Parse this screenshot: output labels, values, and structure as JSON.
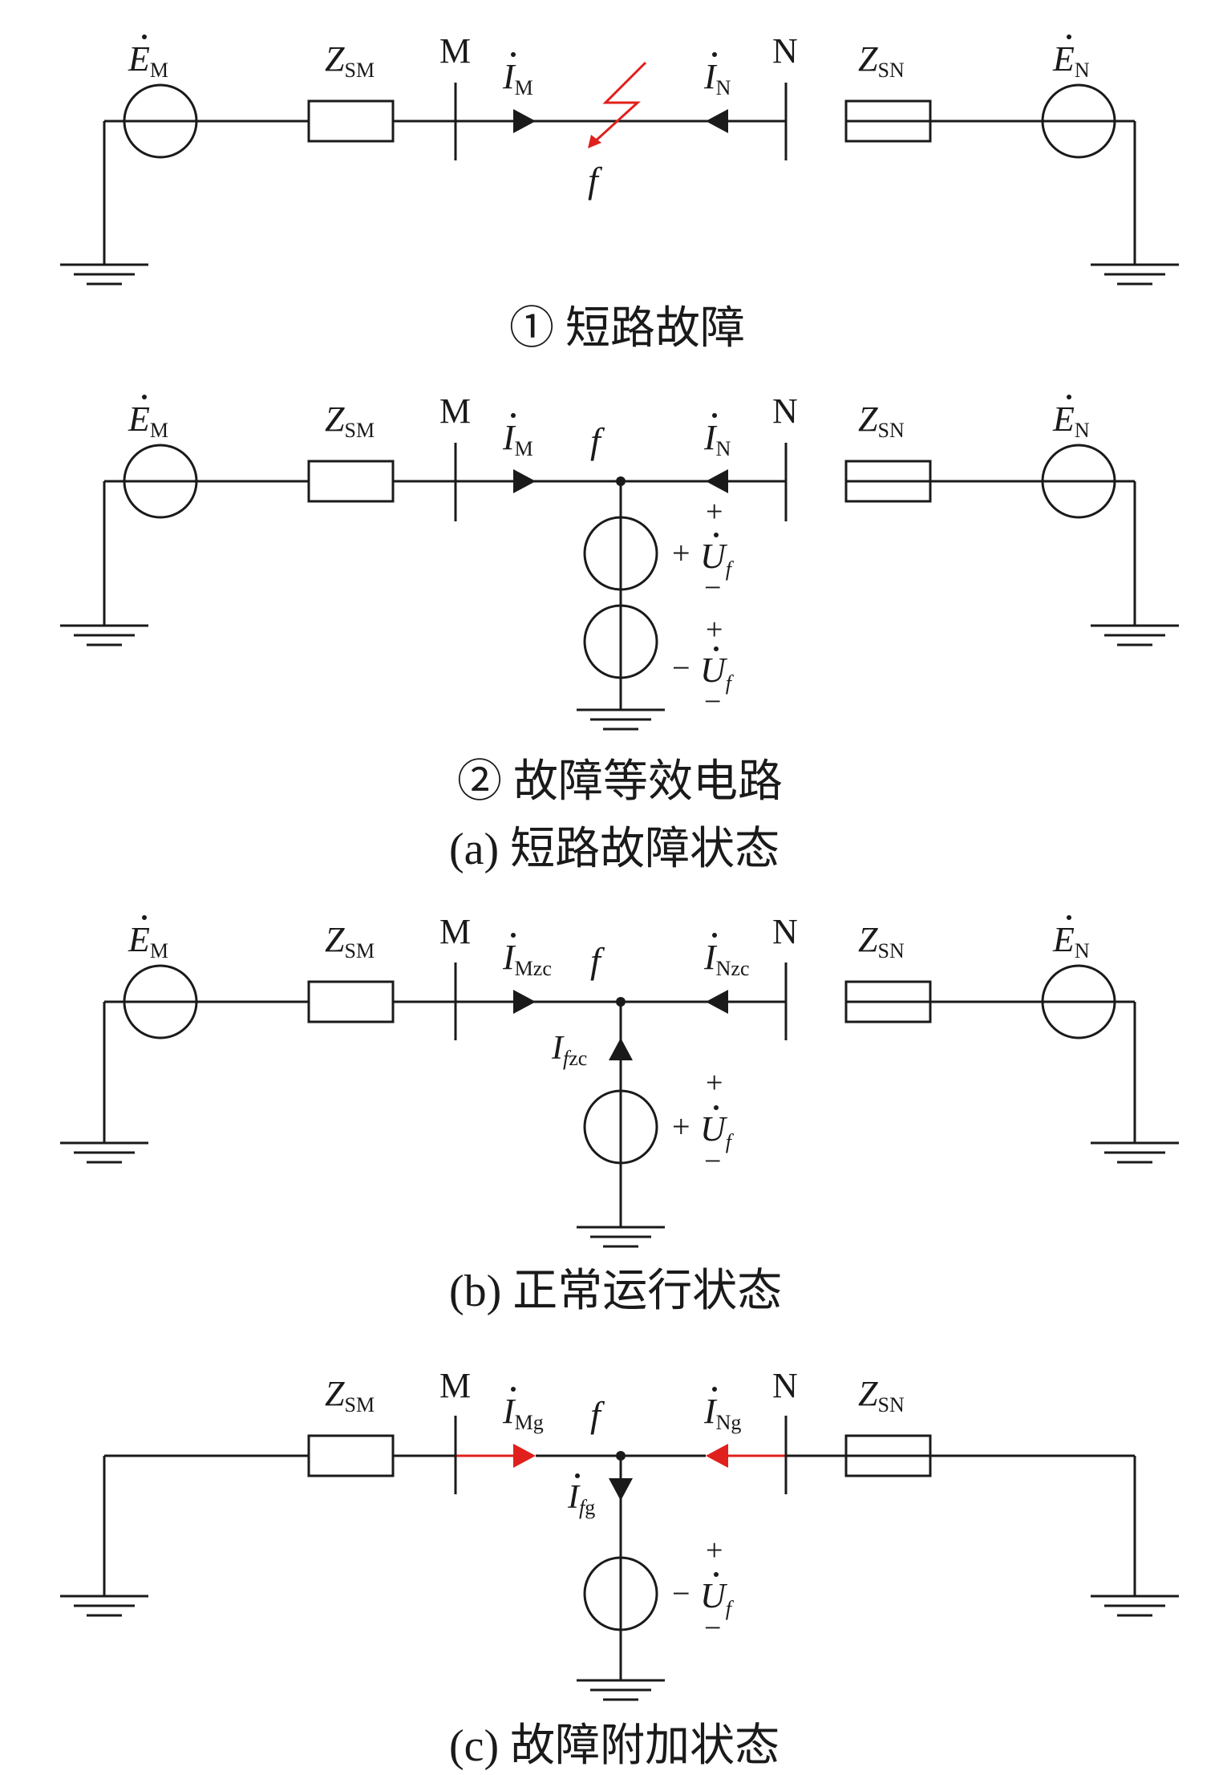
{
  "labels": {
    "em": "E",
    "em_sub": "M",
    "en": "E",
    "en_sub": "N",
    "zsm": "Z",
    "zsm_sub": "SM",
    "zsn": "Z",
    "zsn_sub": "SN",
    "m": "M",
    "n": "N",
    "i": "I",
    "im_sub": "M",
    "in_sub": "N",
    "imzc_sub": "Mzc",
    "inzc_sub": "Nzc",
    "img_sub": "Mg",
    "ing_sub": "Ng",
    "f": "f",
    "ifzc": "I",
    "ifzc_sub_f": "f",
    "ifzc_sub_rest": "zc",
    "ifg_sub_f": "f",
    "ifg_sub_rest": "g",
    "u": "U",
    "u_sub": "f",
    "plus": "+",
    "minus": "−"
  },
  "captions": {
    "c1": "① 短路故障",
    "c2": "② 故障等效电路",
    "a": "(a) 短路故障状态",
    "b": "(b) 正常运行状态",
    "c": "(c) 故障附加状态"
  },
  "colors": {
    "ink": "#1a1a1a",
    "fault_red": "#e0201c"
  }
}
